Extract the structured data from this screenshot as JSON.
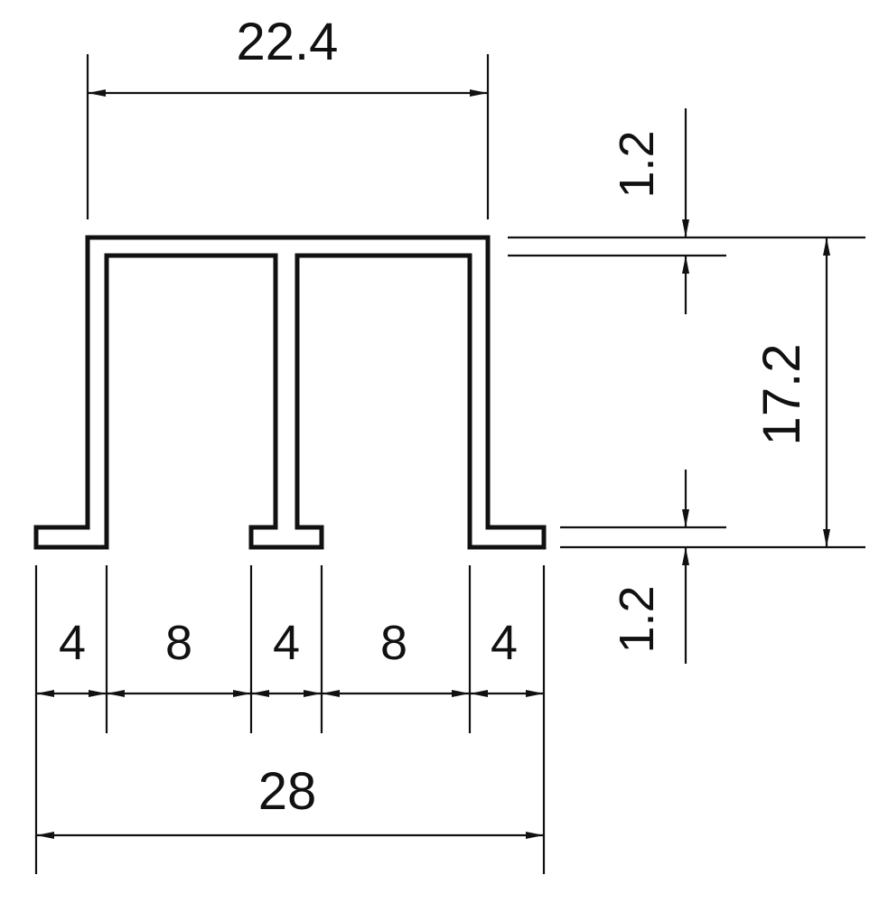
{
  "colors": {
    "line": "#111111",
    "background": "#ffffff"
  },
  "dimensions": {
    "top_width": "22.4",
    "overall_width": "28",
    "height": "17.2",
    "top_thickness": "1.2",
    "bottom_thickness": "1.2",
    "segments": [
      "4",
      "8",
      "4",
      "8",
      "4"
    ]
  }
}
